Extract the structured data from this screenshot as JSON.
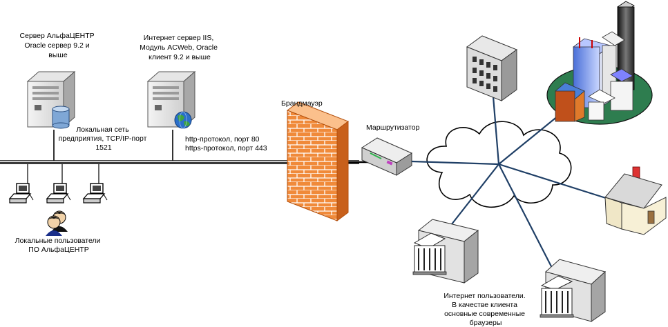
{
  "labels": {
    "server_alfa": [
      "Сервер АльфаЦЕНТР",
      "Oracle сервер 9.2 и",
      "выше"
    ],
    "server_iis": [
      "Интернет сервер IIS,",
      "Модуль ACWeb, Oracle",
      "клиент 9.2 и выше"
    ],
    "lan": [
      "Локальная сеть",
      "предприятия, TCP/IP-порт",
      "1521"
    ],
    "protocols": [
      "http-протокол,  порт 80",
      "https-протокол,  порт 443"
    ],
    "firewall": "Брандмауэр",
    "router": "Маршрутизатор",
    "local_users": [
      "Локальные пользователи",
      "ПО АльфаЦЕНТР"
    ],
    "internet_users": [
      "Интернет пользователи.",
      "В качестве клиента",
      "основные современные",
      "браузеры"
    ]
  },
  "icons": {
    "server_alfa": "server-database-icon",
    "server_iis": "server-globe-icon",
    "workstation": "workstation-icon",
    "users": "users-icon",
    "firewall": "firewall-icon",
    "router": "router-icon",
    "cloud": "internet-cloud-icon",
    "office": "office-building-icon",
    "city": "city-buildings-icon",
    "house": "house-icon",
    "bank_left": "bank-building-icon",
    "bank_right": "bank-building-icon"
  },
  "colors": {
    "firewall": "#f08a3a",
    "link_line": "#1f3f66",
    "globe": "#2a6fc9",
    "database": "#7fa7d6"
  }
}
